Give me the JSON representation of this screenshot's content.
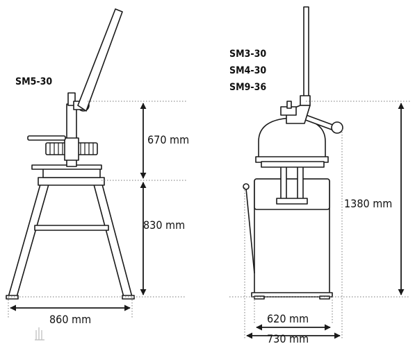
{
  "models_left": {
    "name": "SM5-30"
  },
  "models_right": {
    "names": [
      "SM3-30",
      "SM4-30",
      "SM9-36"
    ]
  },
  "dimensions": {
    "left_head_height": "670 mm",
    "left_stand_height": "830 mm",
    "left_base_width": "860 mm",
    "right_total_height": "1380 mm",
    "right_inner_width": "620 mm",
    "right_outer_width": "730 mm"
  },
  "colors": {
    "line": "#1a1a1a",
    "guide": "#777777",
    "background": "#ffffff"
  }
}
